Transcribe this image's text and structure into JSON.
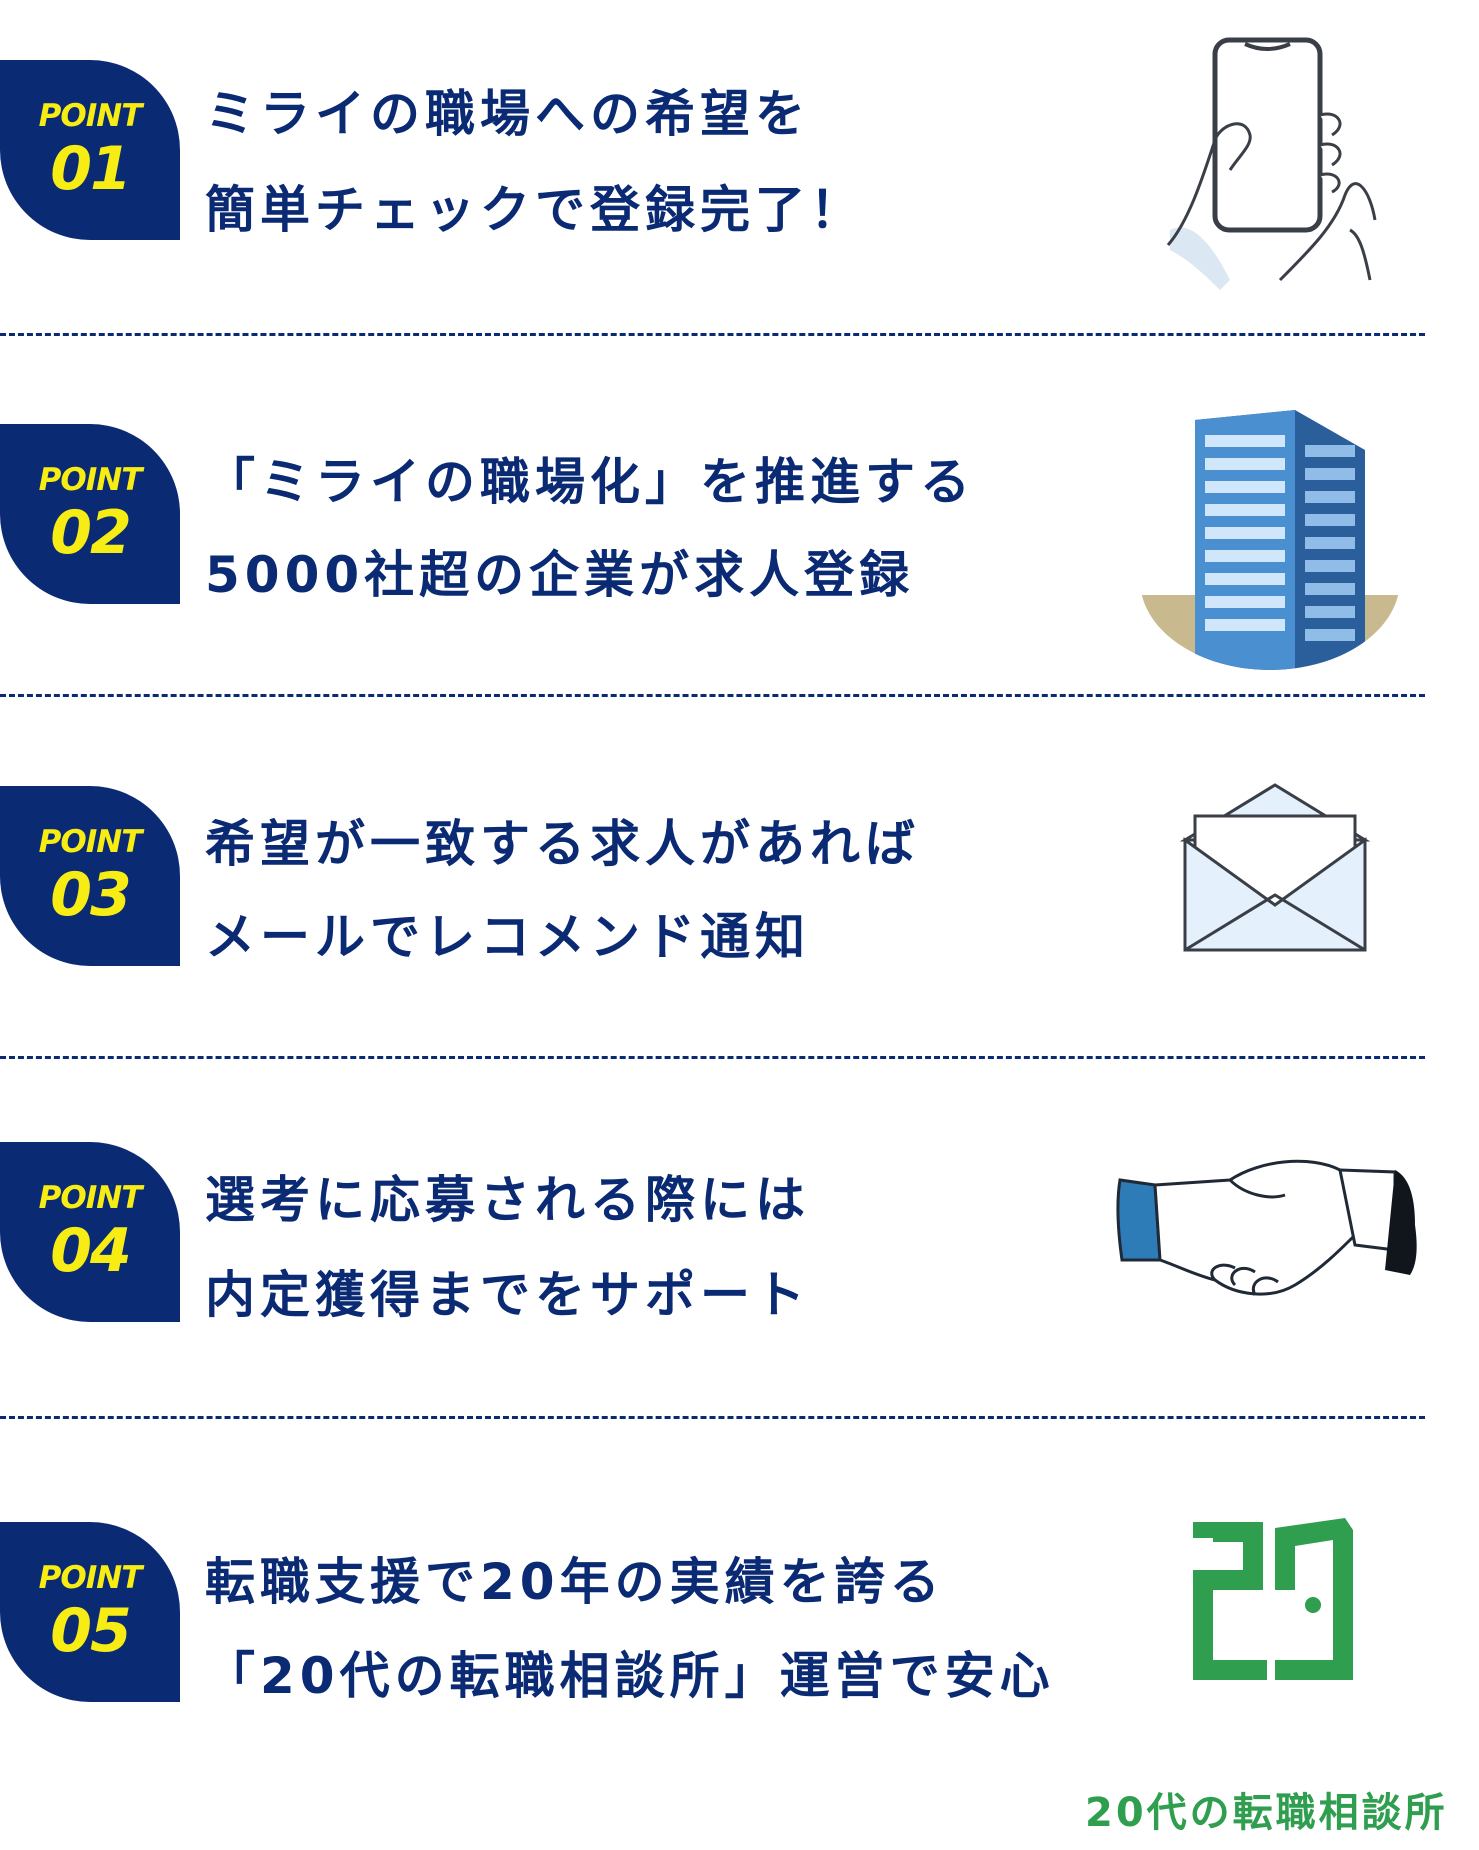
{
  "points": [
    {
      "badge_label": "POINT",
      "number": "01",
      "line1": "ミライの職場への希望を",
      "line2": "簡単チェックで登録完了！",
      "icon": "smartphone-hand-icon"
    },
    {
      "badge_label": "POINT",
      "number": "02",
      "line1": "「ミライの職場化」を推進する",
      "line2": "5000社超の企業が求人登録",
      "icon": "office-building-icon"
    },
    {
      "badge_label": "POINT",
      "number": "03",
      "line1": "希望が一致する求人があれば",
      "line2": "メールでレコメンド通知",
      "icon": "envelope-icon"
    },
    {
      "badge_label": "POINT",
      "number": "04",
      "line1": "選考に応募される際には",
      "line2": "内定獲得までをサポート",
      "icon": "handshake-icon"
    },
    {
      "badge_label": "POINT",
      "number": "05",
      "line1": "転職支援で20年の実績を誇る",
      "line2": "「20代の転職相談所」運営で安心",
      "icon": "20-logo-icon"
    }
  ],
  "footer": {
    "logo_text": "20代の転職相談所"
  },
  "colors": {
    "navy": "#0b2a74",
    "badge_text": "#f7ec13",
    "brand_green": "#2f9e4f",
    "building_blue": "#4a8fd0"
  }
}
